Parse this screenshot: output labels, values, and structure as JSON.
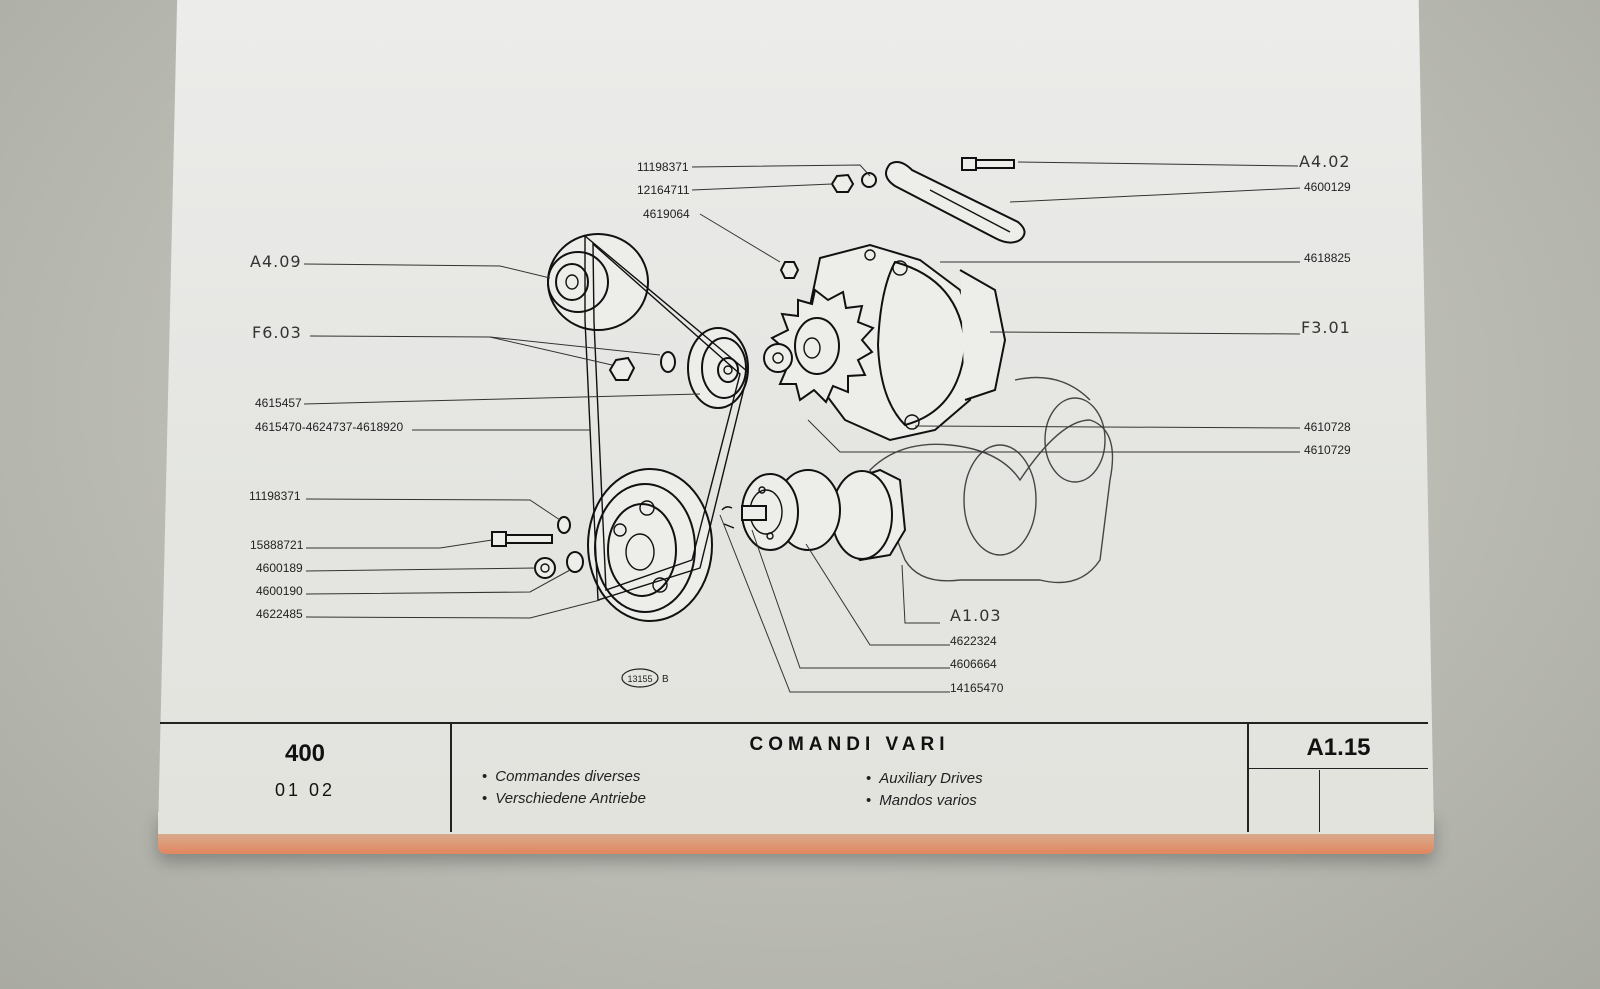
{
  "labels": {
    "l1": "11198371",
    "l2": "12164711",
    "l3": "4619064",
    "l4": "A4.02",
    "l5": "4600129",
    "l6": "A4.09",
    "l7": "4618825",
    "l8": "F6.03",
    "l9": "F3.01",
    "l10": "4615457",
    "l11": "4615470-4624737-4618920",
    "l12": "4610728",
    "l13": "4610729",
    "l14": "11198371",
    "l15": "15888721",
    "l16": "4600189",
    "l17": "4600190",
    "l18": "4622485",
    "l19": "A1.03",
    "l20": "4622324",
    "l21": "4606664",
    "l22": "14165470",
    "drawing_code": "13155",
    "drawing_suffix": "B"
  },
  "title_block": {
    "model": "400",
    "model_codes": "01  02",
    "section_title": "COMANDI VARI",
    "sub_fr": "Commandes diverses",
    "sub_de": "Verschiedene Antriebe",
    "sub_en": "Auxiliary Drives",
    "sub_es": "Mandos varios",
    "ref_code": "A1.15"
  }
}
